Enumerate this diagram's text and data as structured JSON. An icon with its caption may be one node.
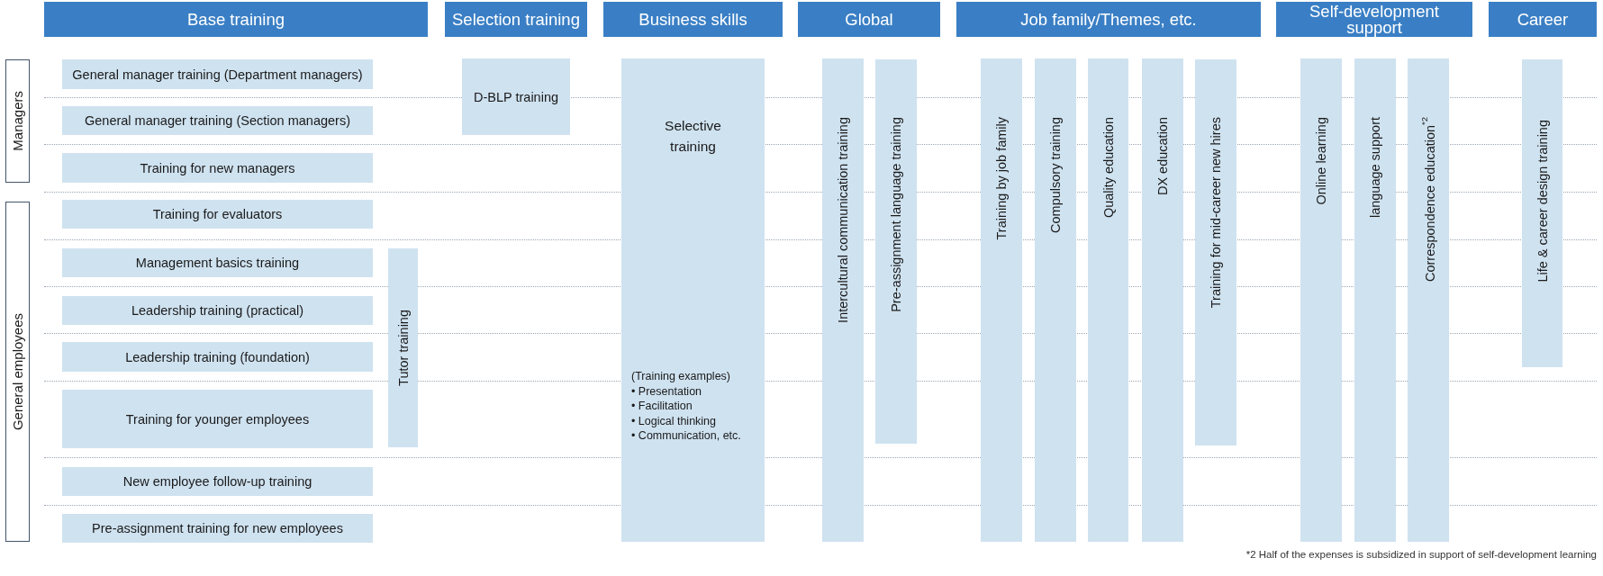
{
  "diagram": {
    "nodes": [
      {
        "text": [
          "Base training"
        ]
      },
      {
        "text": [
          "Selection training"
        ]
      },
      {
        "text": [
          "Business skills"
        ]
      },
      {
        "text": [
          "Global"
        ]
      },
      {
        "text": [
          "Job family/Themes, etc."
        ]
      },
      {
        "text": [
          "Self-development support"
        ]
      },
      {
        "text": [
          "Career"
        ]
      },
      {
        "text": [
          "Managers"
        ]
      },
      {
        "text": [
          "General employees"
        ]
      },
      {
        "text": [
          "General manager training (Department managers)"
        ]
      },
      {
        "text": [
          "General manager training (Section managers)"
        ]
      },
      {
        "text": [
          "Training for new managers"
        ]
      },
      {
        "text": [
          "Training for evaluators"
        ]
      },
      {
        "text": [
          "Management basics training"
        ]
      },
      {
        "text": [
          "Leadership training (practical)"
        ]
      },
      {
        "text": [
          "Leadership training (foundation)"
        ]
      },
      {
        "text": [
          "Training for younger employees"
        ]
      },
      {
        "text": [
          "New employee follow-up training"
        ]
      },
      {
        "text": [
          "Pre-assignment training for new employees"
        ]
      },
      {
        "text": [
          "Tutor training"
        ]
      },
      {
        "text": [
          "D-BLP training"
        ]
      },
      {
        "text": [
          "Selective training",
          "(Training examples)",
          "• Presentation",
          "• Facilitation",
          "• Logical thinking",
          "• Communication, etc."
        ]
      },
      {
        "text": [
          "Intercultural communication training"
        ]
      },
      {
        "text": [
          "Pre-assignment language training"
        ]
      },
      {
        "text": [
          "Training by job family"
        ]
      },
      {
        "text": [
          "Compulsory training"
        ]
      },
      {
        "text": [
          "Quality education"
        ]
      },
      {
        "text": [
          "DX education"
        ]
      },
      {
        "text": [
          "Training for mid-career new hires"
        ]
      },
      {
        "text": [
          "Online learning"
        ]
      },
      {
        "text": [
          "language support"
        ]
      },
      {
        "text": [
          "Correspondence education$^{*2}$"
        ]
      },
      {
        "text": [
          "Life & career design training"
        ]
      }
    ],
    "edges": [],
    "labels": [
      "*2 Half of the expenses is subsidized in support of self-development learning"
    ]
  }
}
